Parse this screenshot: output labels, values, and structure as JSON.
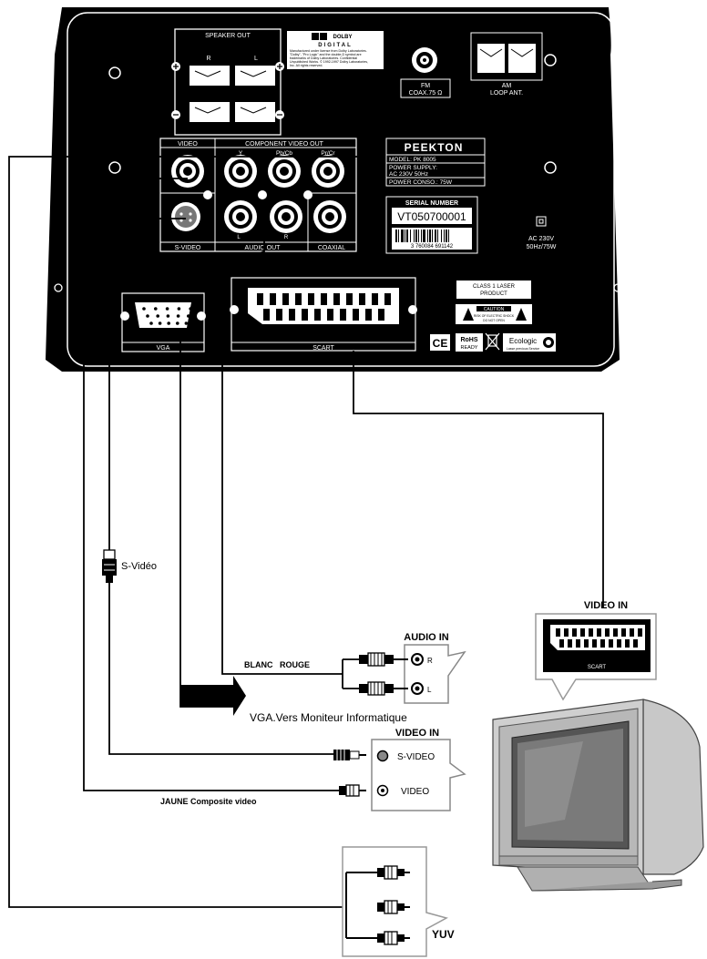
{
  "panel": {
    "speaker_out": "SPEAKER OUT",
    "speaker_r": "R",
    "speaker_l": "L",
    "dolby_brand": "DOLBY",
    "dolby_digital": "DIGITAL",
    "dolby_notice_1": "Manufactured under license from Dolby Laboratories.",
    "dolby_notice_2": "\"Dolby\", \"Pro Logic\" and the double-D symbol are",
    "dolby_notice_3": "trademarks of Dolby Laboratories. Confidential",
    "dolby_notice_4": "Unpublished Works. © 1992-1997 Dolby Laboratories,",
    "dolby_notice_5": "Inc. All rights reserved.",
    "fm_label_1": "FM",
    "fm_label_2": "COAX.75 Ω",
    "am_label_1": "AM",
    "am_label_2": "LOOP ANT.",
    "video": "VIDEO",
    "component_video_out": "COMPONENT VIDEO OUT",
    "comp_y": "Y",
    "comp_pb": "Pb/Cb",
    "comp_pr": "Pr/Cr",
    "s_video": "S-VIDEO",
    "audio_out": "AUDIO OUT",
    "audio_l": "L",
    "audio_r": "R",
    "coaxial": "COAXIAL",
    "brand": "PEEKTON",
    "model": "MODEL: PK 8005",
    "power_supply": "POWER SUPPLY:",
    "power_spec": "AC 230V 50Hz",
    "power_conso": "POWER CONSO.: 75W",
    "serial_title": "SERIAL NUMBER",
    "serial_value": "VT050700001",
    "barcode_digits": "3 760084 691142",
    "ac_rating_1": "AC 230V",
    "ac_rating_2": "50Hz/75W",
    "laser_class_1": "CLASS 1 LASER",
    "laser_class_2": "PRODUCT",
    "caution": "CAUTION",
    "caution_sub_1": "RISK OF ELECTRIC SHOCK",
    "caution_sub_2": "DO NOT OPEN",
    "ce": "CE",
    "rohs_1": "RoHS",
    "rohs_2": "READY",
    "ecologic": "Ecologic",
    "ecologic_sub": "Lasse previous Service",
    "vga": "VGA",
    "scart": "SCART"
  },
  "cables": {
    "s_video_cable": "S-Vidéo",
    "audio_colors": "BLANC   ROUGE",
    "vga_target": "VGA.Vers Moniteur Informatique",
    "composite": "JAUNE  Composite video"
  },
  "tv_inputs": {
    "audio_in": "AUDIO IN",
    "audio_r": "R",
    "audio_l": "L",
    "video_in": "VIDEO IN",
    "s_video": "S-VIDEO",
    "video": "VIDEO",
    "yuv": "YUV",
    "scart_video_in": "VIDEO IN",
    "scart_label": "SCART"
  }
}
